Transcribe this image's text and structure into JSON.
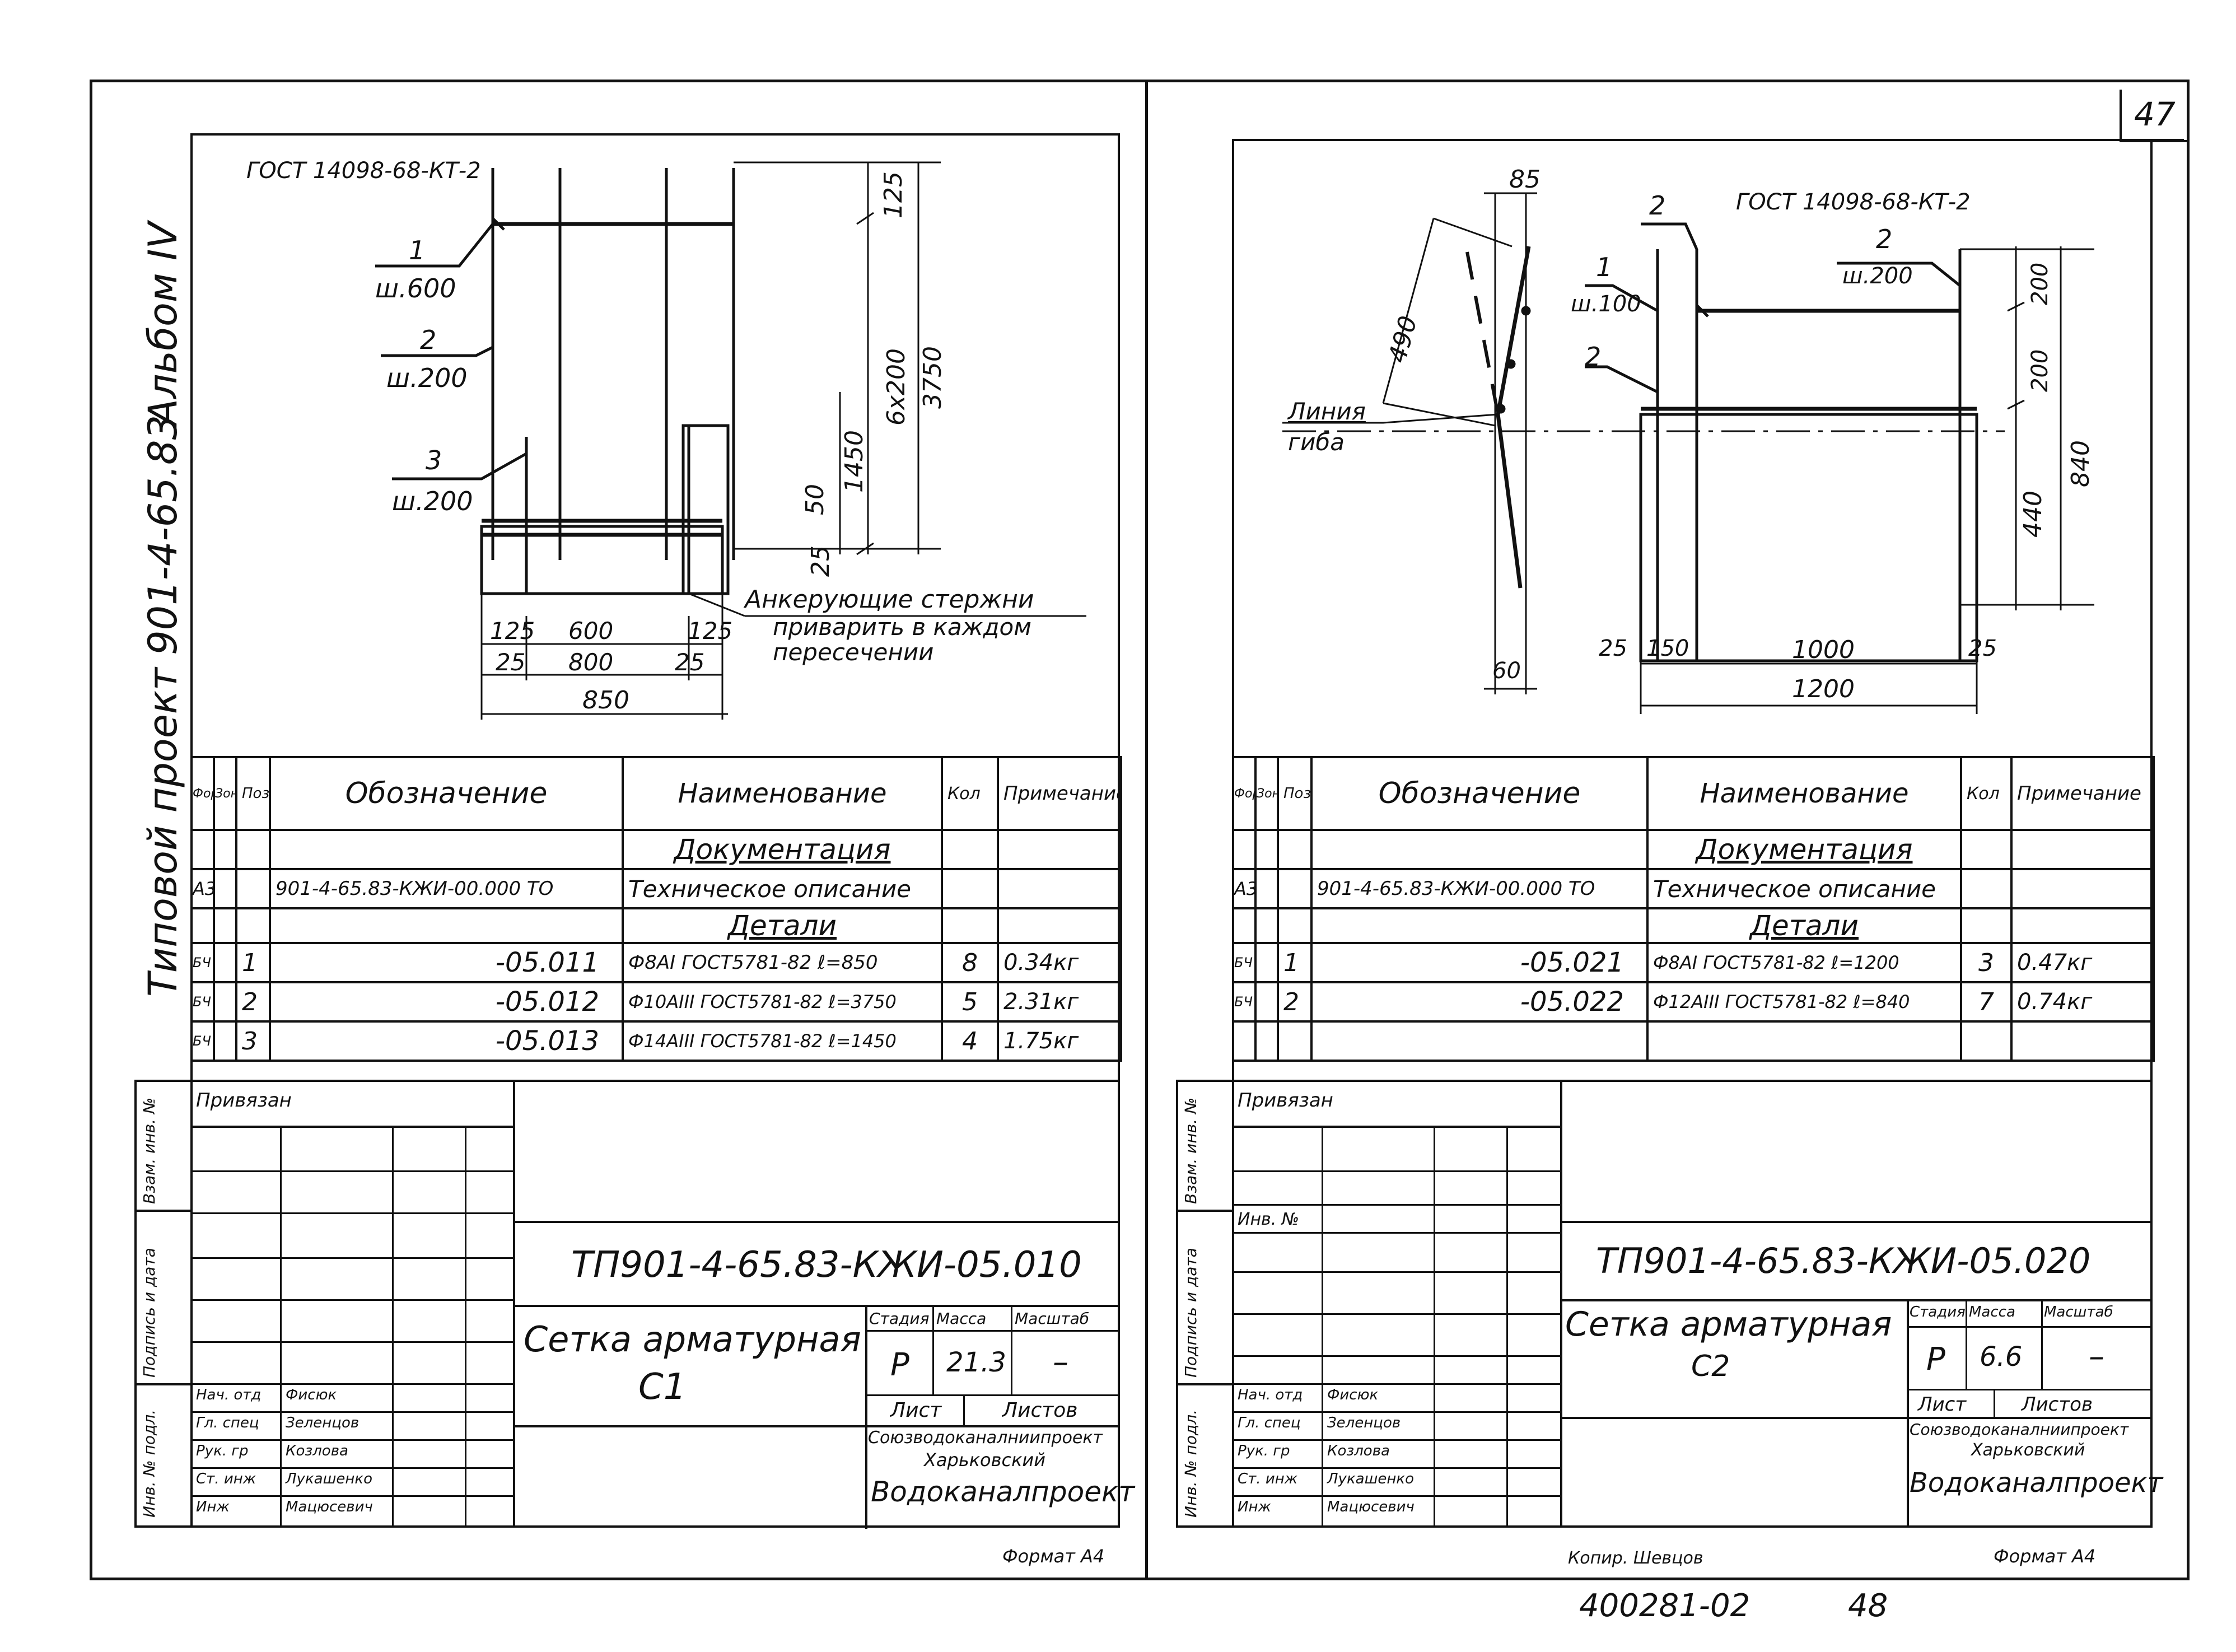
{
  "page": {
    "number": "47",
    "archive_no": "400281-02",
    "archive_sheet": "48",
    "copied": "Копир. Шевцов"
  },
  "side": {
    "album": "Альбом IV",
    "project": "Типовой проект 901-4-65.83"
  },
  "columns": {
    "format": "Формат",
    "zone": "Зона",
    "pos": "Поз",
    "designation": "Обозначение",
    "name": "Наименование",
    "qty": "Кол",
    "note": "Примечание"
  },
  "left": {
    "drawing": {
      "gost": "ГОСТ 14098-68-КТ-2",
      "p1": "1",
      "p1_step": "ш.600",
      "p2": "2",
      "p2_step": "ш.200",
      "p3": "3",
      "p3_step": "ш.200",
      "d125": "125",
      "d6x200": "6x200",
      "d3750": "3750",
      "d1450": "1450",
      "d50": "50",
      "d25v": "25",
      "d125a": "125",
      "d600": "600",
      "d125b": "125",
      "d25a": "25",
      "d800": "800",
      "d25b": "25",
      "d850": "850",
      "note1": "Анкерующие стержни",
      "note2": "приварить в каждом",
      "note3": "пересечении"
    },
    "spec": {
      "section_doc": "Документация",
      "doc_format": "А3",
      "doc_designation": "901-4-65.83-КЖИ-00.000 ТО",
      "doc_name": "Техническое описание",
      "section_details": "Детали",
      "rows": [
        {
          "format": "БЧ",
          "pos": "1",
          "designation": "-05.011",
          "name": "Ф8АI ГОСТ5781-82 ℓ=850",
          "qty": "8",
          "note": "0.34кг"
        },
        {
          "format": "БЧ",
          "pos": "2",
          "designation": "-05.012",
          "name": "Ф10АIII ГОСТ5781-82 ℓ=3750",
          "qty": "5",
          "note": "2.31кг"
        },
        {
          "format": "БЧ",
          "pos": "3",
          "designation": "-05.013",
          "name": "Ф14АIII ГОСТ5781-82 ℓ=1450",
          "qty": "4",
          "note": "1.75кг"
        }
      ]
    },
    "title": {
      "bound": "Привязан",
      "code": "ТП901-4-65.83-КЖИ-05.010",
      "name1": "Сетка арматурная",
      "name2": "С1",
      "stage_h": "Стадия",
      "mass_h": "Масса",
      "scale_h": "Масштаб",
      "stage": "Р",
      "mass": "21.3",
      "scale": "–",
      "sheet_h": "Лист",
      "sheets_h": "Листов",
      "org1": "Союзводоканалниипроект",
      "org2": "Харьковский",
      "org3": "Водоканалпроект",
      "format": "Формат А4",
      "sig_rows": [
        [
          "Нач. отд",
          "Фисюк"
        ],
        [
          "Гл. спец",
          "Зеленцов"
        ],
        [
          "Рук. гр",
          "Козлова"
        ],
        [
          "Ст. инж",
          "Лукашенко"
        ],
        [
          "Инж",
          "Мацюсевич"
        ]
      ],
      "stamp1": "Инв. № подл.",
      "stamp2": "Подпись и дата",
      "stamp3": "Взам. инв. №"
    }
  },
  "right": {
    "drawing": {
      "d85": "85",
      "d490": "490",
      "d60": "60",
      "bend1": "Линия",
      "bend2": "гиба",
      "p1": "1",
      "p1_step": "ш.100",
      "p2a": "2",
      "p2b": "2",
      "p2c": "2",
      "p2c_step": "ш.200",
      "gost": "ГОСТ 14098-68-КТ-2",
      "d200a": "200",
      "d200b": "200",
      "d440": "440",
      "d840": "840",
      "d25a": "25",
      "d150": "150",
      "d1000": "1000",
      "d25b": "25",
      "d1200": "1200"
    },
    "spec": {
      "section_doc": "Документация",
      "doc_format": "А3",
      "doc_designation": "901-4-65.83-КЖИ-00.000 ТО",
      "doc_name": "Техническое описание",
      "section_details": "Детали",
      "rows": [
        {
          "format": "БЧ",
          "pos": "1",
          "designation": "-05.021",
          "name": "Ф8АI ГОСТ5781-82 ℓ=1200",
          "qty": "3",
          "note": "0.47кг"
        },
        {
          "format": "БЧ",
          "pos": "2",
          "designation": "-05.022",
          "name": "Ф12АIII ГОСТ5781-82 ℓ=840",
          "qty": "7",
          "note": "0.74кг"
        }
      ]
    },
    "title": {
      "bound": "Привязан",
      "inv": "Инв. № ",
      "code": "ТП901-4-65.83-КЖИ-05.020",
      "name1": "Сетка арматурная",
      "name2": "С2",
      "stage_h": "Стадия",
      "mass_h": "Масса",
      "scale_h": "Масштаб",
      "stage": "Р",
      "mass": "6.6",
      "scale": "–",
      "sheet_h": "Лист",
      "sheets_h": "Листов",
      "org1": "Союзводоканалниипроект",
      "org2": "Харьковский",
      "org3": "Водоканалпроект",
      "format": "Формат А4",
      "sig_rows": [
        [
          "Нач. отд",
          "Фисюк"
        ],
        [
          "Гл. спец",
          "Зеленцов"
        ],
        [
          "Рук. гр",
          "Козлова"
        ],
        [
          "Ст. инж",
          "Лукашенко"
        ],
        [
          "Инж",
          "Мацюсевич"
        ]
      ],
      "stamp1": "Инв. № подл.",
      "stamp2": "Подпись и дата",
      "stamp3": "Взам. инв. №"
    }
  }
}
